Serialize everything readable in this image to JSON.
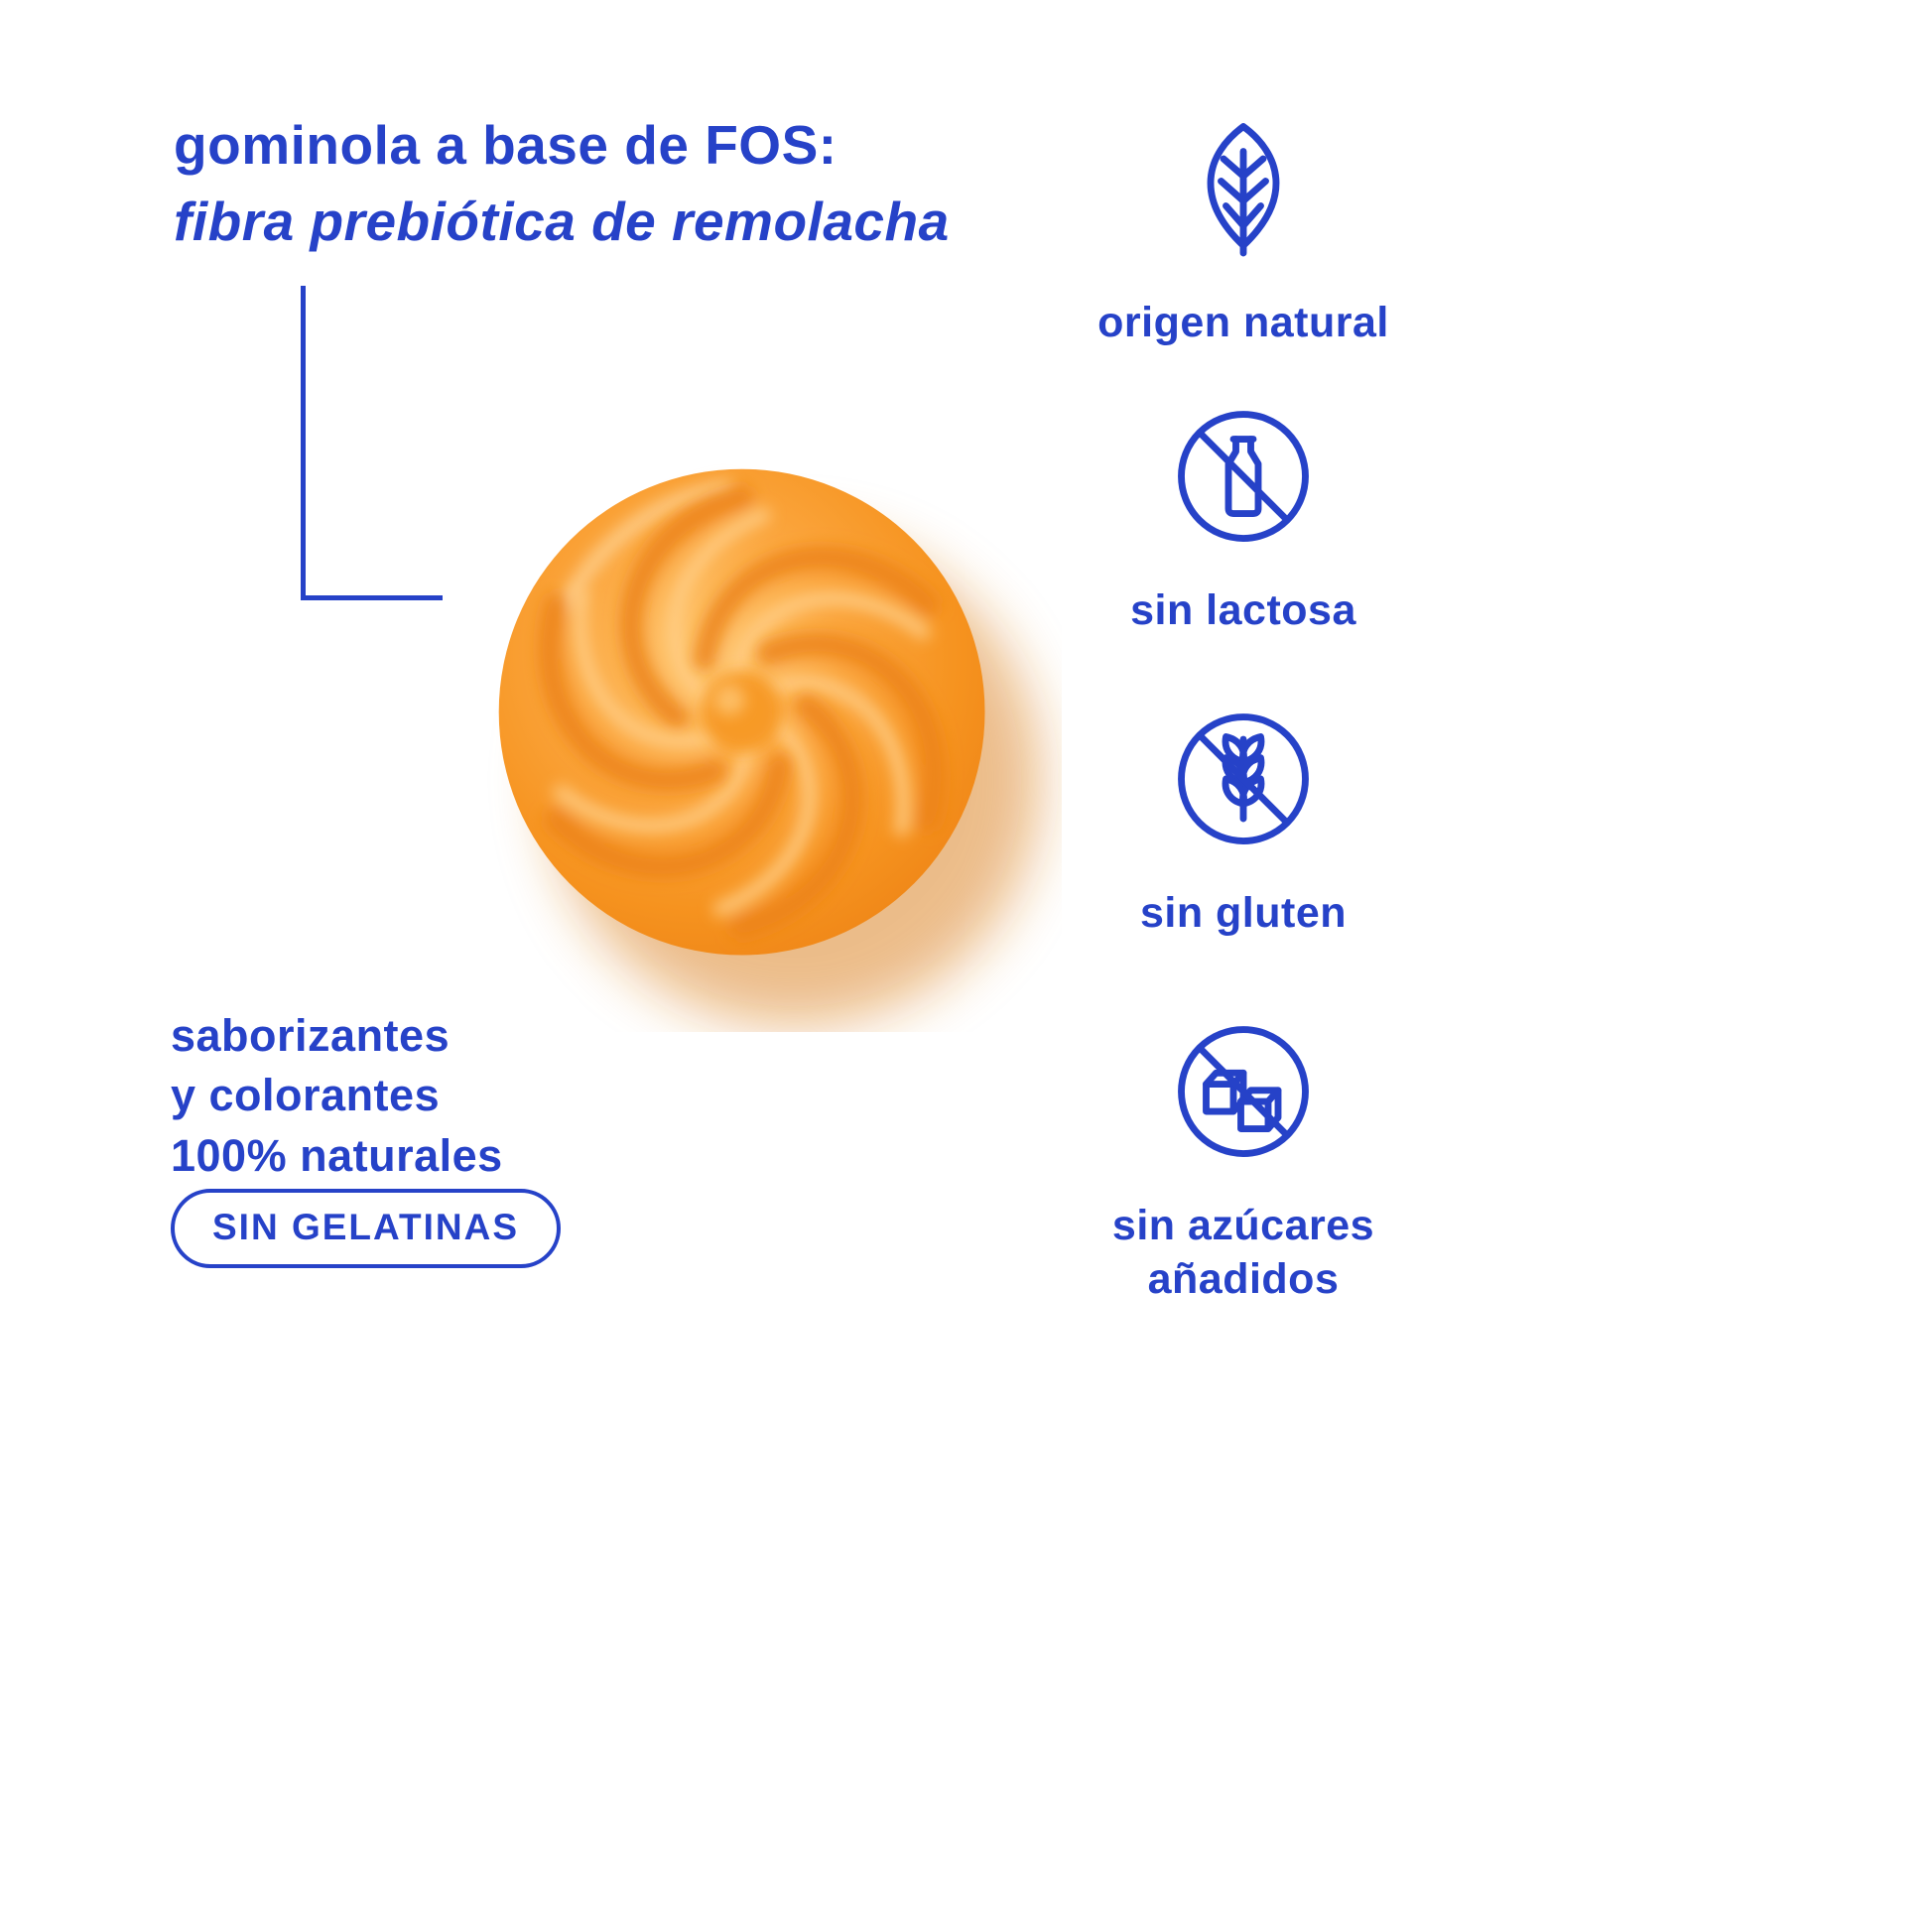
{
  "title": {
    "line1": "gominola a base de FOS:",
    "line2": "fibra prebiótica de remolacha"
  },
  "features": [
    {
      "icon": "leaf-icon",
      "label": "origen natural"
    },
    {
      "icon": "no-lactose-icon",
      "label": "sin lactosa"
    },
    {
      "icon": "no-gluten-icon",
      "label": "sin gluten"
    },
    {
      "icon": "no-added-sugar-icon",
      "label": "sin azúcares añadidos"
    }
  ],
  "notes": {
    "line1": "saborizantes",
    "line2": "y colorantes",
    "line3": "100% naturales"
  },
  "badge": {
    "label": "SIN GELATINAS"
  },
  "colors": {
    "accent_blue": "#2642c8",
    "gummy_orange": "#f6931f",
    "gummy_shadow": "#d97c12"
  }
}
